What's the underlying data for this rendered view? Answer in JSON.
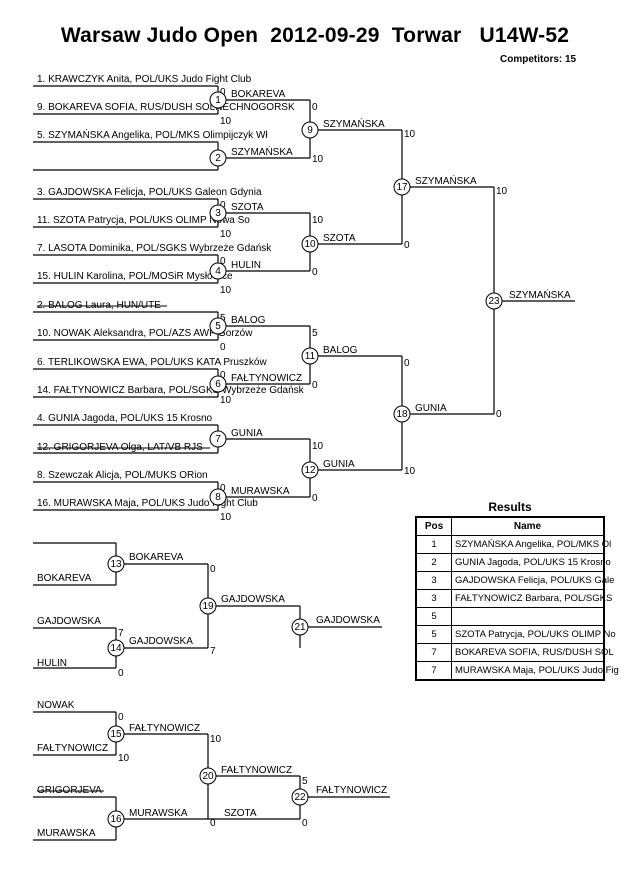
{
  "header": {
    "title": "Warsaw Judo Open  2012-09-29  Torwar   U14W-52",
    "competitors": "Competitors: 15"
  },
  "entries": [
    "1. KRAWCZYK Anita, POL/UKS Judo Fight Club",
    "9. BOKAREVA SOFIA, RUS/DUSH SOLNECHNOGORSK",
    "5. SZYMAŃSKA Angelika, POL/MKS Olimpijczyk Wł",
    "",
    "3. GAJDOWSKA Felicja, POL/UKS Galeon Gdynia",
    "11. SZOTA Patrycja, POL/UKS OLIMP Nowa So",
    "7. LASOTA Dominika, POL/SGKS Wybrzeże Gdańsk",
    "15. HULIN Karolina, POL/MOSiR Mysłowice",
    "2. BALOG Laura, HUN/UTE",
    "10. NOWAK  Aleksandra, POL/AZS AWF Gorzów",
    "6. TERLIKOWSKA  EWA, POL/UKS KATA Pruszków",
    "14. FAŁTYNOWICZ Barbara, POL/SGKS Wybrzeże Gdańsk",
    "4. GUNIA Jagoda, POL/UKS 15 Krosno",
    "12. GRIGORJEVA Olga, LAT/VB RJS",
    "8. Szewczak Alicja, POL/MUKS ORion",
    "16. MURAWSKA Maja, POL/UKS Judo Fight Club"
  ],
  "round1": [
    {
      "num": "1",
      "winner": "BOKAREVA",
      "s1": "0",
      "s2": "10"
    },
    {
      "num": "2",
      "winner": "SZYMAŃSKA",
      "s1": "",
      "s2": ""
    },
    {
      "num": "3",
      "winner": "SZOTA",
      "s1": "0",
      "s2": "10"
    },
    {
      "num": "4",
      "winner": "HULIN",
      "s1": "0",
      "s2": "10"
    },
    {
      "num": "5",
      "winner": "BALOG",
      "s1": "5",
      "s2": "0"
    },
    {
      "num": "6",
      "winner": "FAŁTYNOWICZ",
      "s1": "0",
      "s2": "10"
    },
    {
      "num": "7",
      "winner": "GUNIA",
      "s1": "",
      "s2": ""
    },
    {
      "num": "8",
      "winner": "MURAWSKA",
      "s1": "0",
      "s2": "10"
    }
  ],
  "round2": [
    {
      "num": "9",
      "winner": "SZYMAŃSKA",
      "s1": "0",
      "s2": "10"
    },
    {
      "num": "10",
      "winner": "SZOTA",
      "s1": "10",
      "s2": "0"
    },
    {
      "num": "11",
      "winner": "BALOG",
      "s1": "5",
      "s2": "0"
    },
    {
      "num": "12",
      "winner": "GUNIA",
      "s1": "10",
      "s2": "0"
    }
  ],
  "round3": [
    {
      "num": "17",
      "winner": "SZYMAŃSKA",
      "s1": "10",
      "s2": "0"
    },
    {
      "num": "18",
      "winner": "GUNIA",
      "s1": "0",
      "s2": "10"
    }
  ],
  "final": {
    "num": "23",
    "winner": "SZYMAŃSKA",
    "s1": "10",
    "s2": "0"
  },
  "repechage_a": {
    "m13": {
      "num": "13",
      "top": "",
      "bottom": "BOKAREVA",
      "winner": "BOKAREVA"
    },
    "m14": {
      "num": "14",
      "top": "GAJDOWSKA",
      "bottom": "HULIN",
      "winner": "GAJDOWSKA",
      "s1": "7",
      "s2": "0"
    },
    "m19": {
      "num": "19",
      "winner": "GAJDOWSKA",
      "s1": "0",
      "s2": "7"
    },
    "m21": {
      "num": "21",
      "winner": "GAJDOWSKA"
    }
  },
  "repechage_b": {
    "m15": {
      "num": "15",
      "top": "NOWAK",
      "bottom": "FAŁTYNOWICZ",
      "winner": "FAŁTYNOWICZ",
      "s1": "0",
      "s2": "10"
    },
    "m16": {
      "num": "16",
      "top": "GRIGORJEVA",
      "bottom": "MURAWSKA",
      "winner": "MURAWSKA"
    },
    "m20": {
      "num": "20",
      "winner": "FAŁTYNOWICZ",
      "s1": "10",
      "s2": "0"
    },
    "m22": {
      "num": "22",
      "top": "SZOTA",
      "winner": "FAŁTYNOWICZ",
      "s1": "5",
      "s2": "0"
    }
  },
  "results": {
    "title": "Results",
    "col_pos": "Pos",
    "col_name": "Name",
    "rows": [
      {
        "pos": "1",
        "name": "SZYMAŃSKA Angelika, POL/MKS Ol"
      },
      {
        "pos": "2",
        "name": "GUNIA Jagoda, POL/UKS 15 Krosno"
      },
      {
        "pos": "3",
        "name": "GAJDOWSKA Felicja, POL/UKS Gale"
      },
      {
        "pos": "3",
        "name": "FAŁTYNOWICZ Barbara, POL/SGKS"
      },
      {
        "pos": "5",
        "name": ""
      },
      {
        "pos": "5",
        "name": "SZOTA Patrycja, POL/UKS OLIMP No"
      },
      {
        "pos": "7",
        "name": "BOKAREVA SOFIA, RUS/DUSH SOL"
      },
      {
        "pos": "7",
        "name": "MURAWSKA Maja, POL/UKS Judo Fig"
      }
    ]
  }
}
